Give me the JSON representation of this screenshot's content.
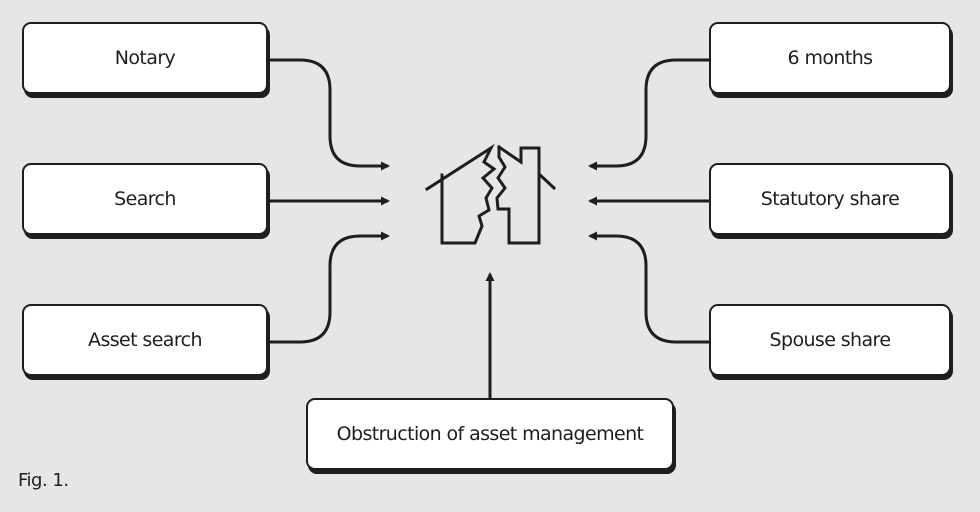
{
  "diagram": {
    "center_icon": "broken-house-icon",
    "left_nodes": [
      "Notary",
      "Search",
      "Asset search"
    ],
    "right_nodes": [
      "6 months",
      "Statutory share",
      "Spouse share"
    ],
    "bottom_node": "Obstruction of asset management",
    "caption": "Fig. 1."
  },
  "colors": {
    "background": "#e6e6e6",
    "box_fill": "#ffffff",
    "stroke": "#1e1e1e"
  }
}
